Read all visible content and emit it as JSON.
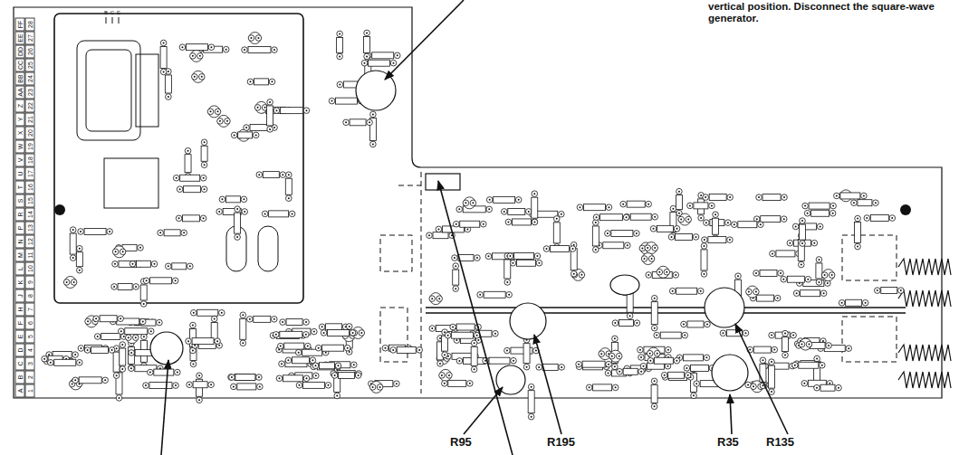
{
  "diagram": {
    "labels": [
      "vertical position. Disconnect the square-wave generator.",
      "B",
      "C",
      "E",
      "A",
      "B",
      "C",
      "D",
      "E",
      "F",
      "H",
      "J",
      "K",
      "L",
      "M",
      "N",
      "P",
      "R",
      "S",
      "T",
      "U",
      "V",
      "W",
      "X",
      "Y",
      "Z",
      "AA",
      "BB",
      "CC",
      "DD",
      "EE",
      "FF",
      "1",
      "2",
      "3",
      "4",
      "5",
      "6",
      "7",
      "8",
      "9",
      "10",
      "11",
      "12",
      "13",
      "14",
      "15",
      "16",
      "17",
      "18",
      "19",
      "20",
      "21",
      "22",
      "23",
      "24",
      "25",
      "26",
      "27",
      "28",
      "R95",
      "R195",
      "R35",
      "R135"
    ]
  }
}
